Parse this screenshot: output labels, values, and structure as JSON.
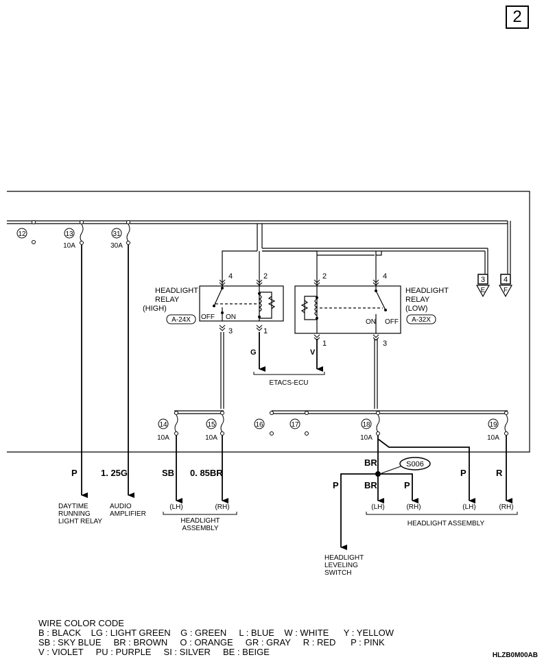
{
  "page_number": "2",
  "fuses": [
    {
      "num": "12",
      "rating": ""
    },
    {
      "num": "13",
      "rating": "10A"
    },
    {
      "num": "31",
      "rating": "30A"
    },
    {
      "num": "14",
      "rating": "10A"
    },
    {
      "num": "15",
      "rating": "10A"
    },
    {
      "num": "16",
      "rating": ""
    },
    {
      "num": "17",
      "rating": ""
    },
    {
      "num": "18",
      "rating": "10A"
    },
    {
      "num": "19",
      "rating": "10A"
    }
  ],
  "relay_high": {
    "name_line1": "HEADLIGHT",
    "name_line2": "RELAY",
    "name_line3": "(HIGH)",
    "connector": "A-24X",
    "pins": [
      "4",
      "2",
      "3",
      "1"
    ],
    "off_label": "OFF",
    "on_label": "ON"
  },
  "relay_low": {
    "name_line1": "HEADLIGHT",
    "name_line2": "RELAY",
    "name_line3": "(LOW)",
    "connector": "A-32X",
    "pins": [
      "2",
      "4",
      "1",
      "3"
    ],
    "on_label": "ON",
    "off_label": "OFF"
  },
  "connectors": [
    {
      "num": "3",
      "letter": "E"
    },
    {
      "num": "4",
      "letter": "F"
    }
  ],
  "wires": {
    "g": "G",
    "v": "V",
    "p1": "P",
    "w125g": "1. 25G",
    "sb": "SB",
    "w085br": "0. 85BR",
    "br_top": "BR",
    "p_left": "P",
    "br_mid": "BR",
    "p_mid": "P",
    "p_right": "P",
    "r": "R"
  },
  "splice": "S006",
  "etacs": "ETACS-ECU",
  "destinations": {
    "daytime": [
      "DAYTIME",
      "RUNNING",
      "LIGHT RELAY"
    ],
    "audio": [
      "AUDIO",
      "AMPLIFIER"
    ],
    "lh1": "(LH)",
    "rh1": "(RH)",
    "headlight_assy_left": [
      "HEADLIGHT",
      "ASSEMBLY"
    ],
    "lh2": "(LH)",
    "rh2": "(RH)",
    "lh3": "(LH)",
    "rh3": "(RH)",
    "headlight_assy_right": "HEADLIGHT ASSEMBLY",
    "leveling": [
      "HEADLIGHT",
      "LEVELING",
      "SWITCH"
    ]
  },
  "legend": {
    "title": "WIRE COLOR CODE",
    "line1": "B : BLACK    LG : LIGHT GREEN    G : GREEN     L : BLUE    W : WHITE      Y : YELLOW",
    "line2": "SB : SKY BLUE     BR : BROWN     O : ORANGE     GR : GRAY     R : RED      P : PINK",
    "line3": "V : VIOLET     PU : PURPLE     SI : SILVER     BE : BEIGE"
  },
  "figure_code": "HLZB0M00AB"
}
